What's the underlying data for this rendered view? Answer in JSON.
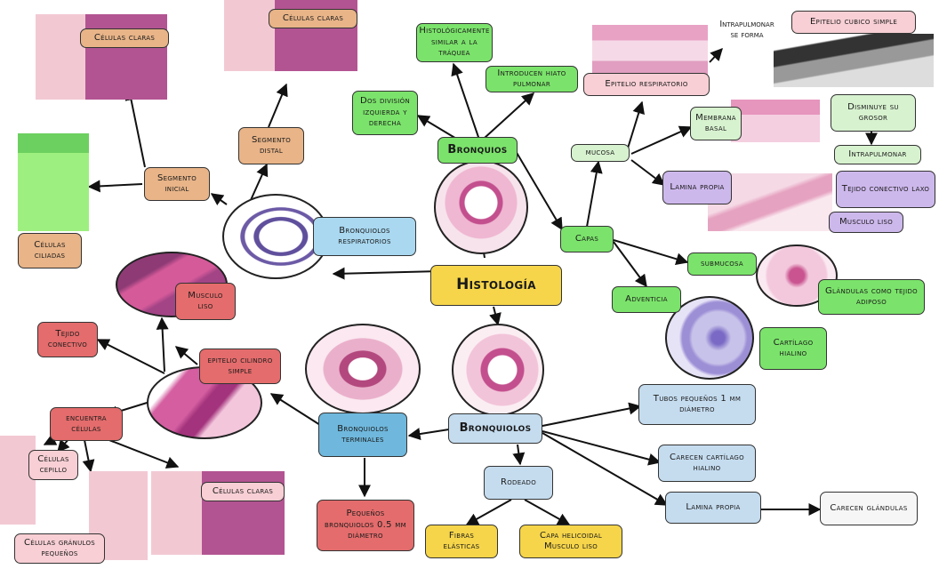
{
  "center": "Histología",
  "bronquios": {
    "title": "Bronquios",
    "notes": [
      "Histológicamente similar a la tráquea",
      "Introducen hiato pulmonar",
      "Dos división izquierda y derecha"
    ],
    "capas": "Capas",
    "mucosa": "mucosa",
    "epitelio": "Epitelio respiratorio",
    "intrapulmonar_forma": "Intrapulmonar\nse forma",
    "epitelio_cubico": "Epitelio cubico simple",
    "membrana": "Membrana basal",
    "disminuye": "Disminuye su grosor",
    "intrapulmonar": "Intrapulmonar",
    "lamina": "Lamina propia",
    "tejido_laxo": "Tejido conectivo laxo",
    "musculo_liso": "Musculo liso",
    "submucosa": "submucosa",
    "glandulas": "Glándulas como tejido adiposo",
    "adventicia": "Adventicia",
    "cartilago": "Cartílago hialino"
  },
  "bronquiolos": {
    "title": "Bronquiolos",
    "tubos": "Tubos pequeños 1 mm diámetro",
    "carecen_cartilago": "Carecen cartílago hialino",
    "lamina": "Lamina propia",
    "carecen_glandulas": "Carecen glándulas",
    "rodeado": "Rodeado",
    "fibras": "Fibras elásticas",
    "capa": "Capa helicoidal Musculo liso"
  },
  "terminales": {
    "title": "Bronquiolos terminales",
    "pequenos": "Pequeños bronquiolos 0.5 mm diámetro",
    "epitelio": "epitelio cilindro simple",
    "musculo": "Musculo liso",
    "tejido": "Tejido conectivo",
    "encuentra": "encuentra células",
    "cepillo": "Células cepillo",
    "granulos": "Células gránulos pequeños",
    "claras": "Células claras"
  },
  "respiratorios": {
    "title": "Bronquiolos respiratorios",
    "inicial": "Segmento inicial",
    "distal": "Segmento distal",
    "claras1": "Células claras",
    "claras2": "Células claras",
    "ciliadas": "Células ciliadas"
  },
  "colors": {
    "green": "#7be36b",
    "orange": "#e8b488",
    "blue": "#c5dcef",
    "red": "#e46c6c",
    "yellow": "#f6d54a",
    "purple": "#cdb8ec"
  }
}
